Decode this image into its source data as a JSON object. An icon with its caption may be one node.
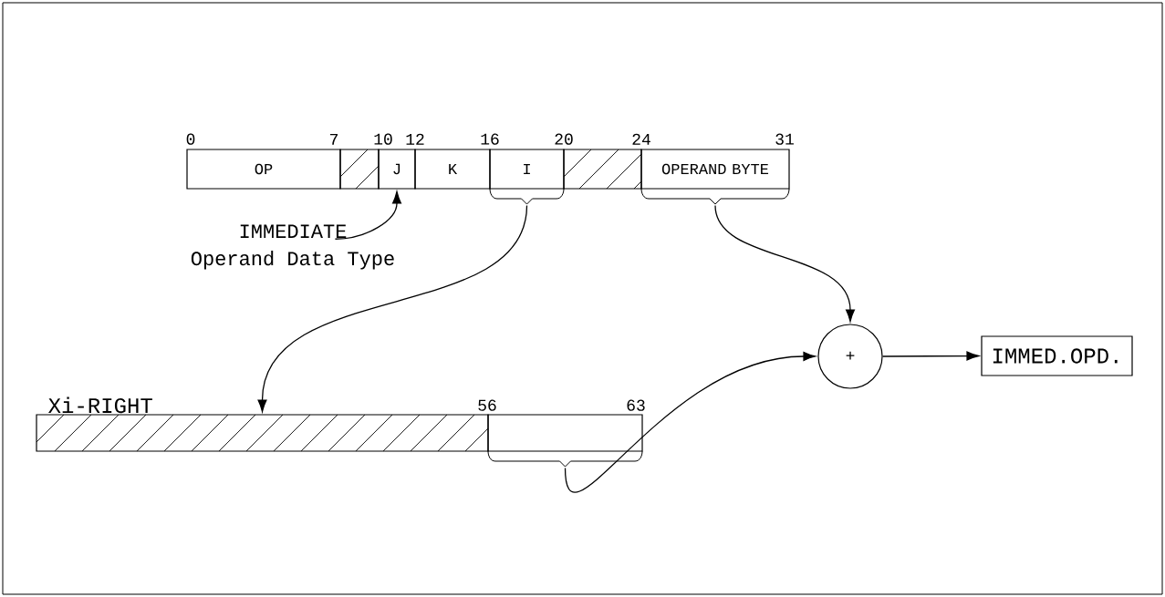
{
  "diagram": {
    "nodes": [
      {
        "text": [
          "OP"
        ]
      },
      {
        "text": [],
        "shape": "box"
      },
      {
        "text": [
          "J"
        ]
      },
      {
        "text": [
          "K"
        ]
      },
      {
        "text": [
          "I"
        ]
      },
      {
        "text": [],
        "shape": "box"
      },
      {
        "text": [
          "OPERAND BYTE"
        ]
      },
      {
        "text": [
          "IMMEDIATE",
          "Operand Data Type"
        ]
      },
      {
        "text": [
          "Xi-RIGHT"
        ]
      },
      {
        "text": [],
        "shape": "box"
      },
      {
        "text": [
          "+"
        ]
      },
      {
        "text": [
          "IMMED.OPD."
        ]
      }
    ],
    "edges": [
      {
        "from": 7,
        "to": 2,
        "arrow": "to"
      },
      {
        "from": 4,
        "to": 8,
        "arrow": "to"
      },
      {
        "from": 6,
        "to": 10,
        "arrow": "to"
      },
      {
        "from": 9,
        "to": 10,
        "arrow": "to"
      },
      {
        "from": 10,
        "to": 11,
        "arrow": "to"
      }
    ],
    "labels": [
      "0",
      "7",
      "10",
      "12",
      "16",
      "20",
      "24",
      "31",
      "56",
      "63"
    ]
  }
}
